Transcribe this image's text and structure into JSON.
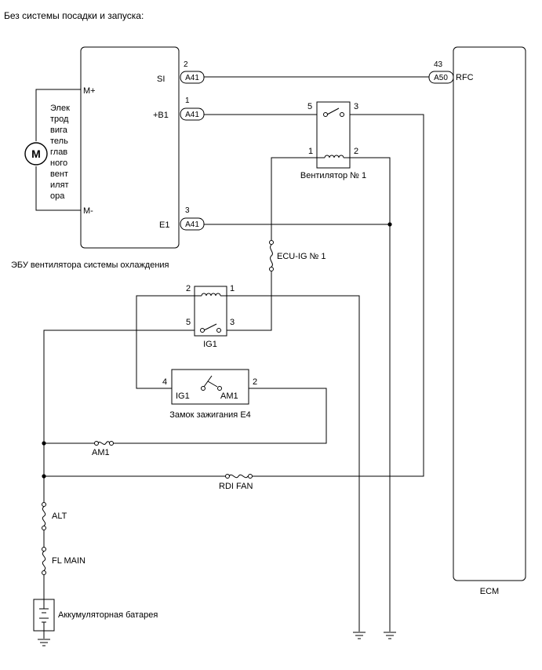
{
  "heading": "Без системы посадки и запуска:",
  "fan_ecu": {
    "label": "ЭБУ вентилятора системы охлаждения",
    "motor_letter": "M",
    "motor_label_lines": [
      "Элек",
      "трод",
      "вига",
      "тель",
      "глав",
      "ного",
      "вент",
      "илят",
      "ора"
    ],
    "pin_m_plus": "M+",
    "pin_m_minus": "M-",
    "pin_si": "SI",
    "pin_b1": "+B1",
    "pin_e1": "E1",
    "conn_si": {
      "num": "2",
      "code": "A41"
    },
    "conn_b1": {
      "num": "1",
      "code": "A41"
    },
    "conn_e1": {
      "num": "3",
      "code": "A41"
    }
  },
  "ecm": {
    "label": "ECM",
    "pin_rfc": "RFC",
    "conn_rfc": {
      "num": "43",
      "code": "A50"
    }
  },
  "fan_relay": {
    "label": "Вентилятор № 1",
    "pins": [
      "5",
      "3",
      "1",
      "2"
    ]
  },
  "ecu_ig_fuse": "ECU-IG № 1",
  "ig1_relay": {
    "label": "IG1",
    "pins": [
      "2",
      "1",
      "5",
      "3"
    ]
  },
  "ignition_switch": {
    "label": "Замок зажигания E4",
    "pin_left": "4",
    "pin_right": "2",
    "term_ig1": "IG1",
    "term_am1": "AM1"
  },
  "fuse_am1": "AM1",
  "fuse_rdi_fan": "RDI FAN",
  "fuse_alt": "ALT",
  "fuse_fl_main": "FL MAIN",
  "battery": "Аккумуляторная батарея"
}
